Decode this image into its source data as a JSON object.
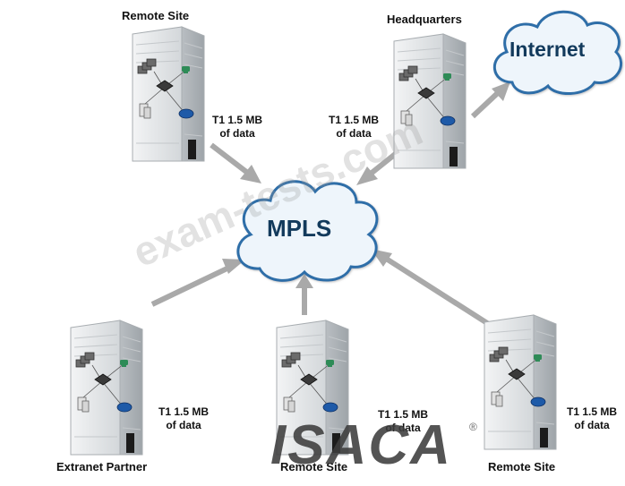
{
  "clouds": {
    "internet": "Internet",
    "mpls": "MPLS"
  },
  "sites": {
    "remote_top": "Remote Site",
    "headquarters": "Headquarters",
    "extranet": "Extranet Partner",
    "remote_bottom_center": "Remote Site",
    "remote_bottom_right": "Remote Site"
  },
  "links": {
    "remote_top": {
      "line1": "T1 1.5 MB",
      "line2": "of data"
    },
    "headquarters": {
      "line1": "T1 1.5 MB",
      "line2": "of data"
    },
    "extranet": {
      "line1": "T1 1.5 MB",
      "line2": "of data"
    },
    "remote_bottom_center": {
      "line1": "T1 1.5 MB",
      "line2": "of data"
    },
    "remote_bottom_right": {
      "line1": "T1 1.5 MB",
      "line2": "of data"
    }
  },
  "watermarks": {
    "site": "exam-tests.com",
    "brand": "ISACA",
    "registered": "®"
  },
  "colors": {
    "arrow": "#a9a9a9",
    "cloud_stroke": "#2f6ea8",
    "cloud_fill": "#eef5fb",
    "building": "#cfd3d6",
    "phone": "#2e8b57",
    "router": "#1e5aa8"
  }
}
